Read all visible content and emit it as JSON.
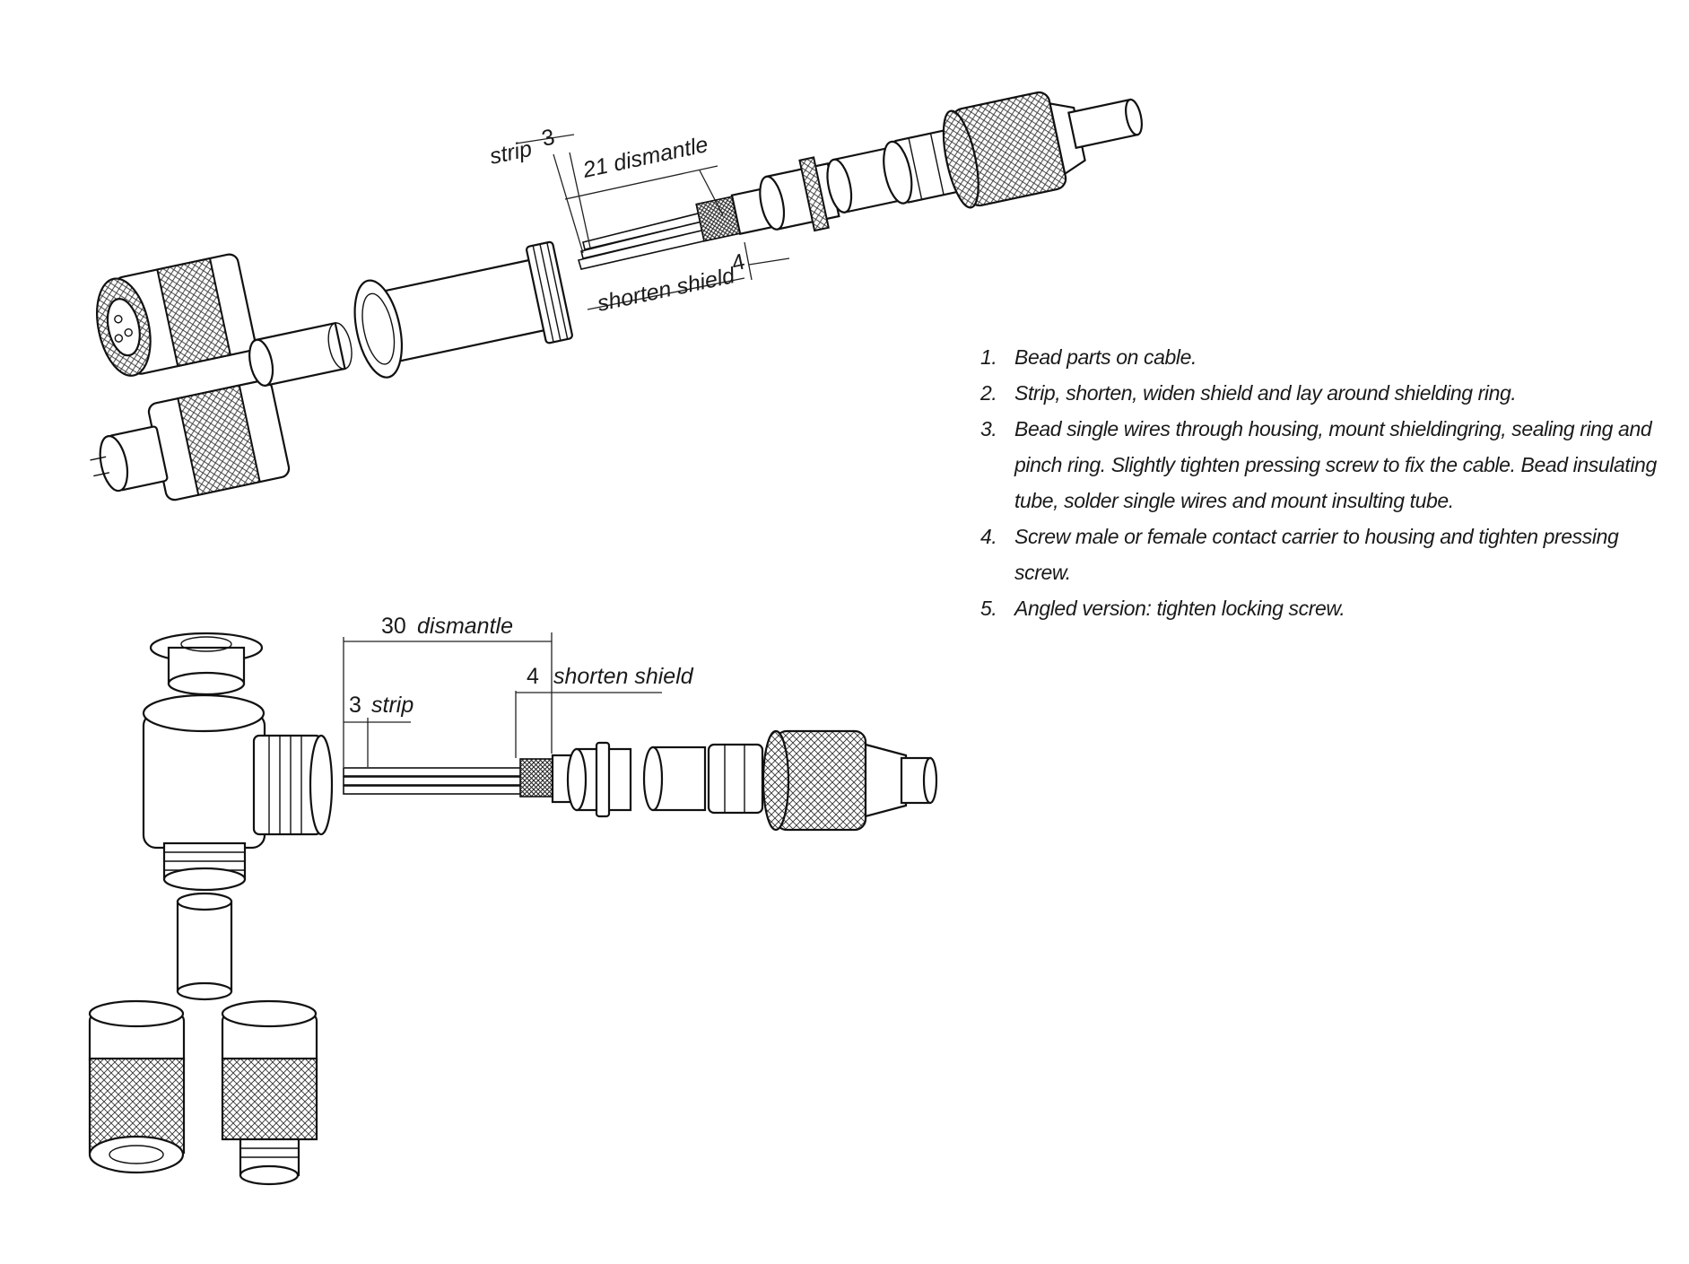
{
  "labels": {
    "top_strip": "strip",
    "top_strip_value": "3",
    "top_dismantle": "21 dismantle",
    "top_shorten_shield": "shorten shield",
    "top_shorten_value": "4",
    "bottom_dismantle_value": "30",
    "bottom_dismantle": "dismantle",
    "bottom_shorten_value": "4",
    "bottom_shorten_shield": "shorten shield",
    "bottom_strip_value": "3",
    "bottom_strip": "strip"
  },
  "steps": [
    {
      "num": "1.",
      "text": "Bead parts on cable."
    },
    {
      "num": "2.",
      "text": "Strip, shorten, widen shield and lay around shielding ring."
    },
    {
      "num": "3.",
      "text": "Bead single wires through housing, mount shieldingring, sealing ring and pinch ring. Slightly tighten pressing screw to fix the cable. Bead insulating tube, solder single wires and mount insulting tube."
    },
    {
      "num": "4.",
      "text": "Screw male or female contact carrier to housing and tighten pressing screw."
    },
    {
      "num": "5.",
      "text": "Angled version: tighten locking screw."
    }
  ]
}
